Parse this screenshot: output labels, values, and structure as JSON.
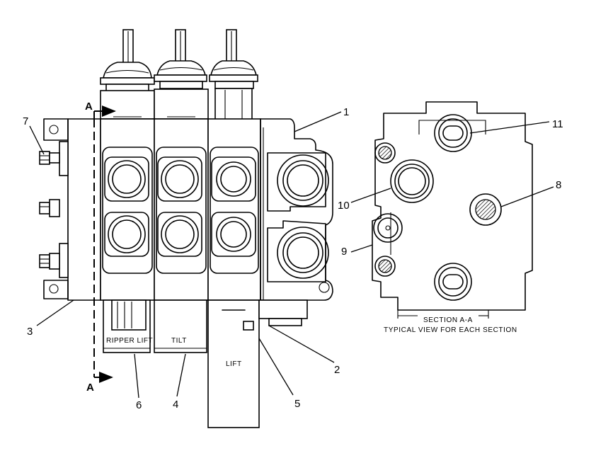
{
  "callouts": [
    {
      "id": "1",
      "text": "1"
    },
    {
      "id": "2",
      "text": "2"
    },
    {
      "id": "3",
      "text": "3"
    },
    {
      "id": "4",
      "text": "4"
    },
    {
      "id": "5",
      "text": "5"
    },
    {
      "id": "6",
      "text": "6"
    },
    {
      "id": "7",
      "text": "7"
    },
    {
      "id": "8",
      "text": "8"
    },
    {
      "id": "9",
      "text": "9"
    },
    {
      "id": "10",
      "text": "10"
    },
    {
      "id": "11",
      "text": "11"
    }
  ],
  "labels": {
    "ripper_lift": "RIPPER LIFT",
    "tilt": "TILT",
    "lift": "LIFT",
    "section_marker": "A",
    "section_title": "SECTION A-A",
    "section_caption": "TYPICAL VIEW FOR EACH SECTION"
  }
}
